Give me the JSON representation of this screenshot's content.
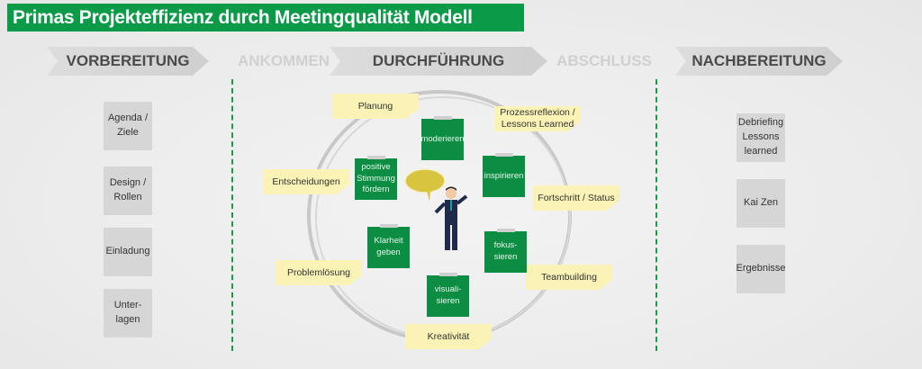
{
  "title": "Primas Projekteffizienz durch Meetingqualität Modell",
  "phases": {
    "vorbereitung": "VORBEREITUNG",
    "ankommen": "ANKOMMEN",
    "durchfuehrung": "DURCHFÜHRUNG",
    "abschluss": "ABSCHLUSS",
    "nachbereitung": "NACHBEREITUNG"
  },
  "left_boxes": [
    "Agenda / Ziele",
    "Design / Rollen",
    "Einladung",
    "Unter-lagen"
  ],
  "right_boxes": [
    "Debriefing Lessons learned",
    "Kai Zen",
    "Ergebnisse"
  ],
  "yellow_notes": {
    "planung": "Planung",
    "prozess": "Prozessreflexion / Lessons Learned",
    "entscheidungen": "Entscheidungen",
    "fortschritt": "Fortschritt / Status",
    "problem": "Problemlösung",
    "team": "Teambuilding",
    "kreativ": "Kreativität"
  },
  "green_notes": {
    "moderieren": "moderieren",
    "positive": "positive Stimmung fördern",
    "inspirieren": "inspirieren",
    "klarheit": "Klarheit geben",
    "fokus": "fokus-sieren",
    "visual": "visuali-sieren"
  },
  "colors": {
    "brand_green": "#0a9a48",
    "note_yellow": "#fbf3b5"
  }
}
